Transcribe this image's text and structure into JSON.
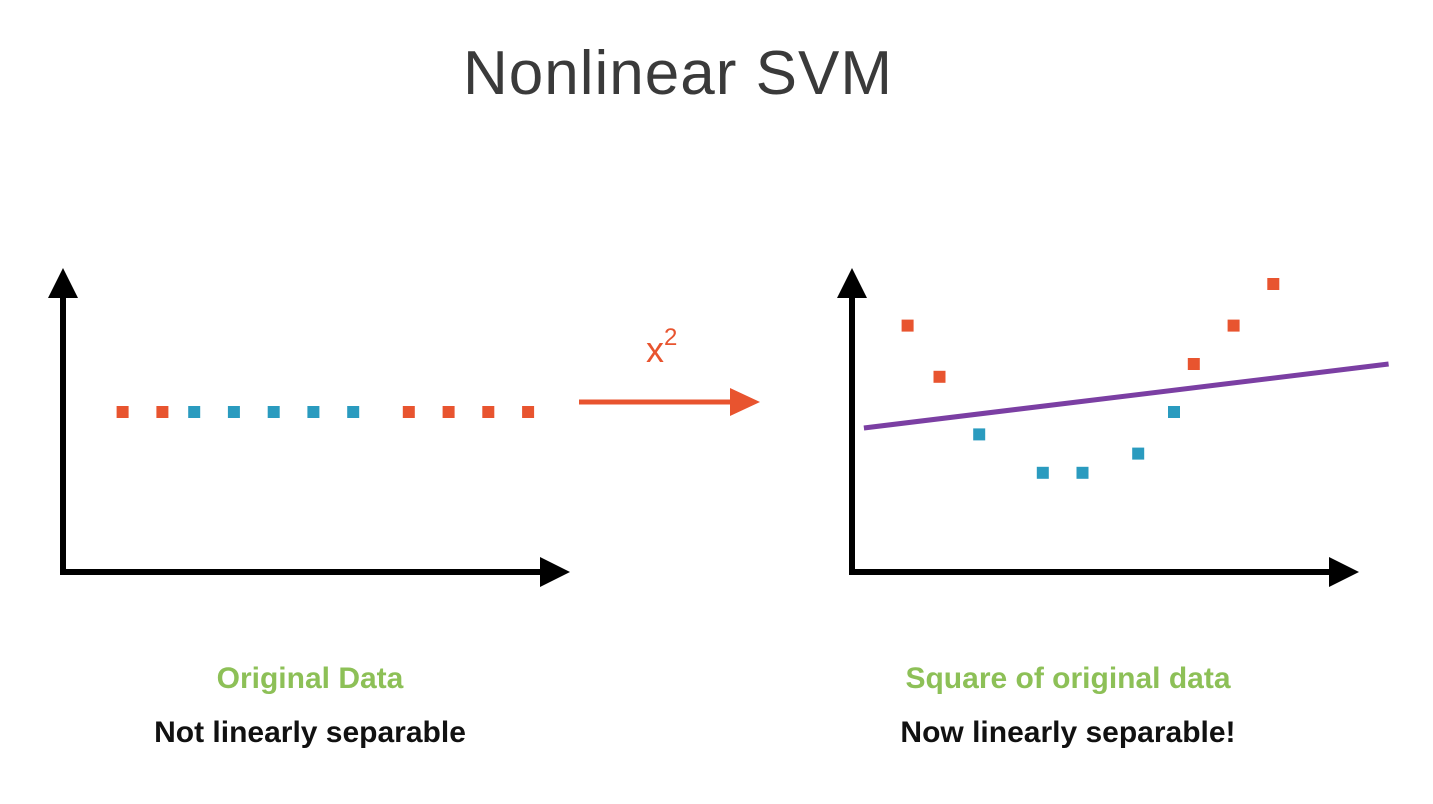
{
  "slide": {
    "title": "Nonlinear SVM"
  },
  "transform": {
    "base": "x",
    "exponent": "2"
  },
  "captions": {
    "left_title": "Original Data",
    "left_subtitle": "Not linearly separable",
    "right_title": "Square of original data",
    "right_subtitle": "Now linearly separable!"
  },
  "colors": {
    "class_a": "#e8542f",
    "class_b": "#2a9bbf",
    "separator": "#7b3fa3",
    "caption_green": "#8dc057",
    "arrow_orange": "#e8542f"
  },
  "chart_data": [
    {
      "type": "scatter",
      "title": "",
      "xlabel": "",
      "ylabel": "",
      "grid": false,
      "xlim": [
        0,
        12
      ],
      "ylim": [
        0,
        10
      ],
      "series": [
        {
          "class": "a",
          "points": [
            [
              1.5,
              5
            ],
            [
              2.5,
              5
            ],
            [
              8.7,
              5
            ],
            [
              9.7,
              5
            ],
            [
              10.7,
              5
            ],
            [
              11.7,
              5
            ]
          ]
        },
        {
          "class": "b",
          "points": [
            [
              3.3,
              5
            ],
            [
              4.3,
              5
            ],
            [
              5.3,
              5
            ],
            [
              6.3,
              5
            ],
            [
              7.3,
              5
            ]
          ]
        }
      ]
    },
    {
      "type": "scatter",
      "title": "",
      "xlabel": "",
      "ylabel": "",
      "grid": false,
      "xlim": [
        0,
        12
      ],
      "ylim": [
        0,
        10
      ],
      "series": [
        {
          "class": "a",
          "points": [
            [
              1.4,
              7.7
            ],
            [
              2.2,
              6.1
            ],
            [
              8.6,
              6.5
            ],
            [
              9.6,
              7.7
            ],
            [
              10.6,
              9.0
            ]
          ]
        },
        {
          "class": "b",
          "points": [
            [
              3.2,
              4.3
            ],
            [
              4.8,
              3.1
            ],
            [
              5.8,
              3.1
            ],
            [
              7.2,
              3.7
            ],
            [
              8.1,
              5.0
            ]
          ]
        }
      ],
      "separator_line": {
        "x": [
          0.3,
          13.5
        ],
        "y": [
          4.5,
          6.5
        ]
      }
    }
  ]
}
